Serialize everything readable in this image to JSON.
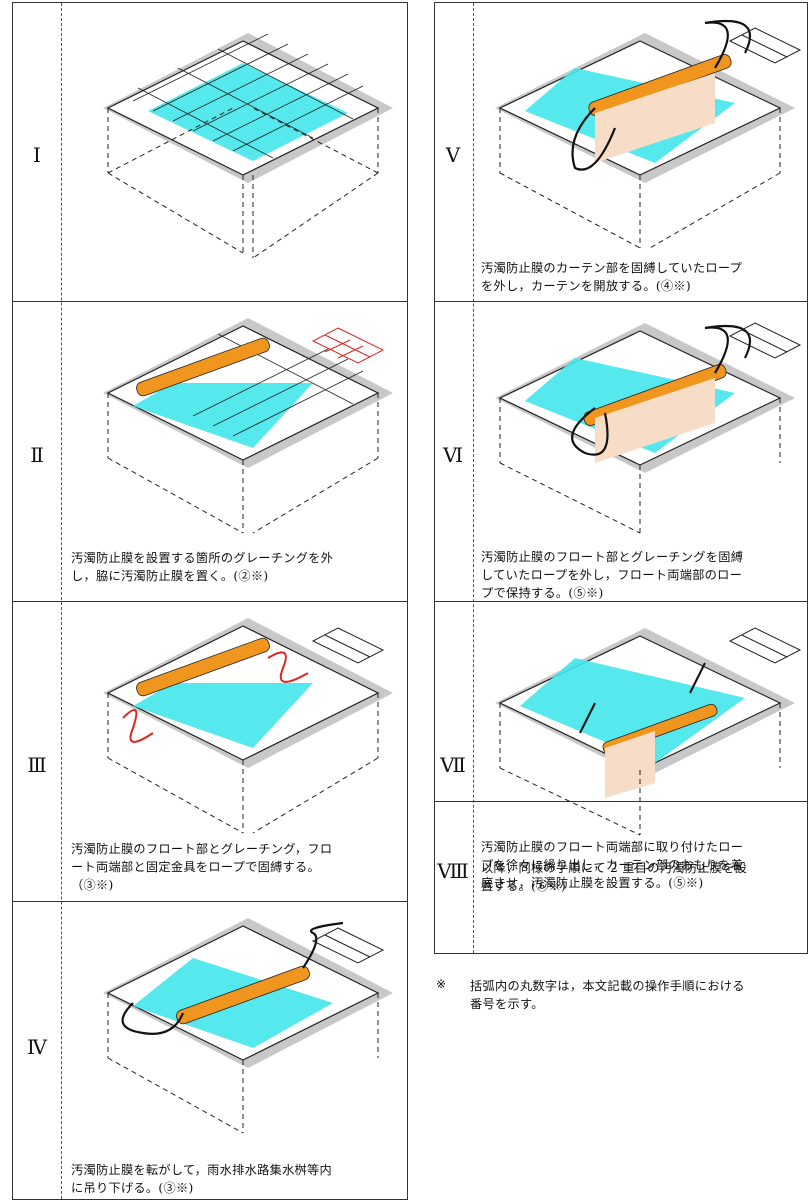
{
  "left_steps": [
    {
      "numeral": "Ⅰ",
      "caption": ""
    },
    {
      "numeral": "Ⅱ",
      "caption": "汚濁防止膜を設置する箇所のグレーチングを外\nし，脇に汚濁防止膜を置く。(②※)"
    },
    {
      "numeral": "Ⅲ",
      "caption": "汚濁防止膜のフロート部とグレーチング，フロ\nート両端部と固定金具をロープで固縛する。\n（③※)"
    },
    {
      "numeral": "Ⅳ",
      "caption": "汚濁防止膜を転がして，雨水排水路集水桝等内\nに吊り下げる。(③※)"
    }
  ],
  "right_steps": [
    {
      "numeral": "Ⅴ",
      "caption": "汚濁防止膜のカーテン部を固縛していたロープ\nを外し，カーテンを開放する。(④※)"
    },
    {
      "numeral": "Ⅵ",
      "caption": "汚濁防止膜のフロート部とグレーチングを固縛\nしていたロープを外し，フロート両端部のロー\nプで保持する。(⑤※)"
    },
    {
      "numeral": "Ⅶ",
      "caption": "汚濁防止膜のフロート両端部に取り付けたロー\nプを徐々に繰り出し，カーテン部のおもりを着\n底させ，汚濁防止膜を設置する。(⑤※)"
    },
    {
      "numeral": "Ⅷ",
      "caption": "以降，同様の手順にて 2 重目の汚濁防止膜を設\n置する。(⑥※)"
    }
  ],
  "footnote": {
    "mark": "※",
    "text": "括弧内の丸数字は，本文記載の操作手順における\n番号を示す。"
  },
  "colors": {
    "water": "#43e6ea",
    "slab": "#c8c8c8",
    "float": "#f0961e",
    "curtain": "#f7dcc8",
    "rope_red": "#e0241e",
    "rope_black": "#111111"
  }
}
